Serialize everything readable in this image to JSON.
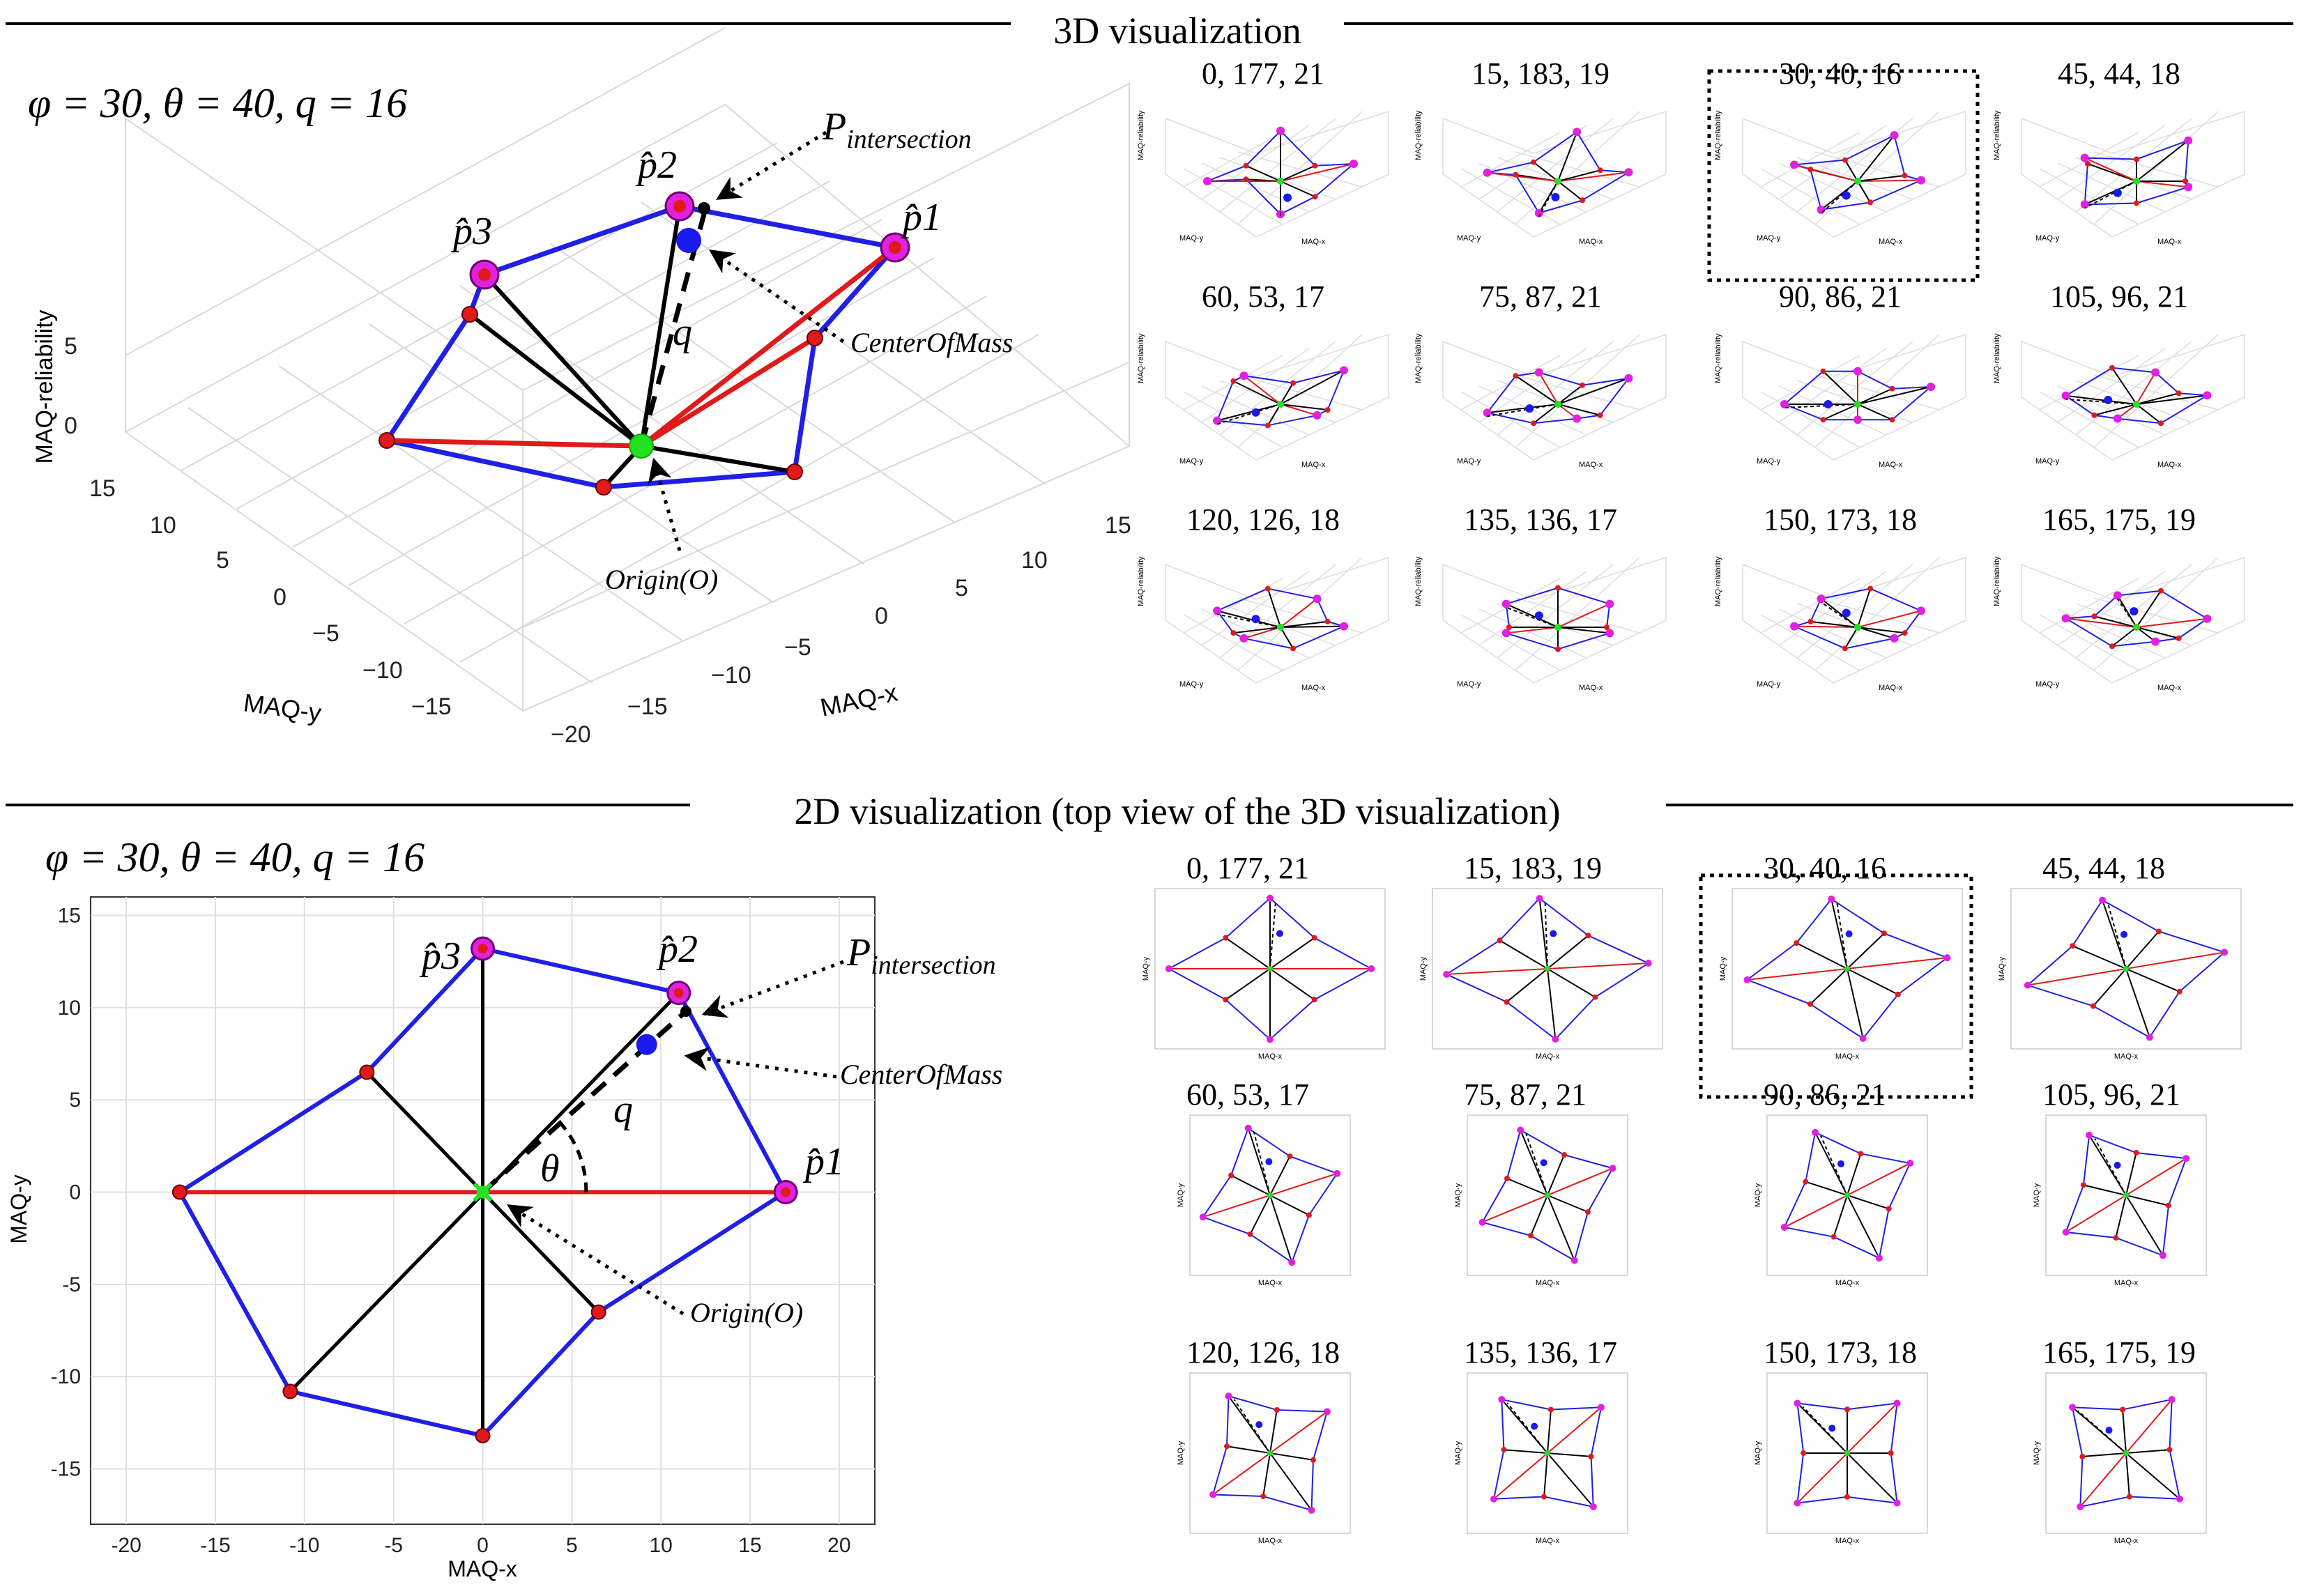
{
  "colors": {
    "hull": "#1f1fe6",
    "spoke": "#000000",
    "red_line": "#e01a1a",
    "vertex": "#e01a1a",
    "peak": "#e021e0",
    "origin": "#22e022",
    "com": "#1a1aee",
    "grid": "#d9d9d9"
  },
  "sections": {
    "top_title": "3D visualization",
    "bottom_title": "2D visualization (top view of the 3D visualization)"
  },
  "main3d": {
    "param_label": "φ = 30,   θ = 40,   q = 16",
    "zlabel": "MAQ-reliability",
    "xlabel": "MAQ-x",
    "ylabel": "MAQ-y",
    "z_ticks": [
      "5",
      "0"
    ],
    "x_ticks": [
      "15",
      "10",
      "5",
      "0",
      "−5",
      "−10",
      "−15",
      "−20"
    ],
    "y_ticks": [
      "15",
      "10",
      "5",
      "0",
      "−5",
      "−10",
      "−15"
    ],
    "p1": "p̂1",
    "p2": "p̂2",
    "p3": "p̂3",
    "q": "q",
    "p_intersection": "P",
    "p_intersection_sub": "intersection",
    "center_of_mass": "CenterOfMass",
    "origin": "Origin(O)"
  },
  "main2d": {
    "param_label": "φ = 30,   θ = 40,   q = 16",
    "xlabel": "MAQ-x",
    "ylabel": "MAQ-y",
    "xticks": [
      -20,
      -15,
      -10,
      -5,
      0,
      5,
      10,
      15,
      20
    ],
    "yticks": [
      15,
      10,
      5,
      0,
      -5,
      -10,
      -15
    ],
    "xlim": [
      -22,
      22
    ],
    "ylim": [
      -18,
      16
    ],
    "polygon": [
      [
        17,
        0
      ],
      [
        11,
        10.8
      ],
      [
        0,
        13.2
      ],
      [
        -6.5,
        6.5
      ],
      [
        -17,
        0
      ],
      [
        -10.8,
        -10.8
      ],
      [
        0,
        -13.2
      ],
      [
        6.5,
        -6.5
      ]
    ],
    "p1": "p̂1",
    "p2": "p̂2",
    "p3": "p̂3",
    "q": "q",
    "theta": "θ",
    "p_intersection": "P",
    "p_intersection_sub": "intersection",
    "center_of_mass": "CenterOfMass",
    "origin": "Origin(O)"
  },
  "thumbs3d": [
    "0, 177, 21",
    "15, 183, 19",
    "30, 40, 16",
    "45, 44, 18",
    "60, 53, 17",
    "75, 87, 21",
    "90, 86, 21",
    "105, 96, 21",
    "120, 126, 18",
    "135, 136, 17",
    "150, 173, 18",
    "165, 175, 19"
  ],
  "thumbs2d": [
    "0, 177, 21",
    "15, 183, 19",
    "30, 40, 16",
    "45, 44, 18",
    "60, 53, 17",
    "75, 87, 21",
    "90, 86, 21",
    "105, 96, 21",
    "120, 126, 18",
    "135, 136, 17",
    "150, 173, 18",
    "165, 175, 19"
  ],
  "thumb_labels": {
    "x": "MAQ-x",
    "y": "MAQ-y",
    "z": "MAQ-reliability"
  }
}
